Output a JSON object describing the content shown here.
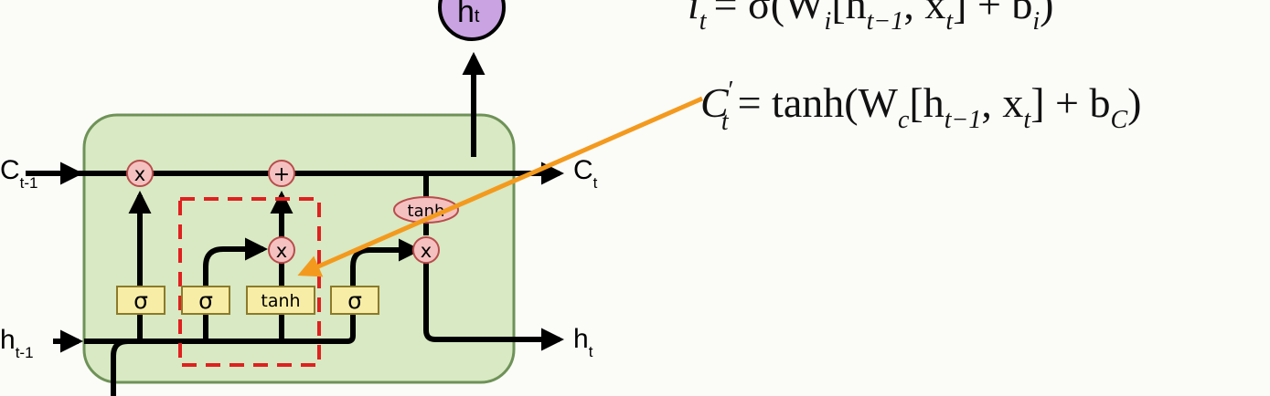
{
  "inputs": {
    "cell_prev": {
      "base": "C",
      "sub": "t-1"
    },
    "hidden_prev": {
      "base": "h",
      "sub": "t-1"
    }
  },
  "outputs": {
    "cell_out": {
      "base": "C",
      "sub": "t"
    },
    "hidden_out": {
      "base": "h",
      "sub": "t"
    },
    "top_node": {
      "base": "h",
      "sub": "t"
    }
  },
  "ops": {
    "multiply": "x",
    "add": "+",
    "tanh": "tanh"
  },
  "gates": {
    "forget": "σ",
    "input": "σ",
    "candidate": "tanh",
    "output": "σ"
  },
  "equations": {
    "input_gate": {
      "lhs_base": "i",
      "lhs_sub": "t",
      "rhs_main": "= σ(W",
      "rhs_w_sub": "i",
      "rhs_bracket": "[h",
      "rhs_h_sub": "t−1",
      "rhs_x": ", x",
      "rhs_x_sub": "t",
      "rhs_plus": "] + b",
      "rhs_b_sub": "i",
      "rhs_close": ")"
    },
    "candidate": {
      "lhs_base": "C",
      "lhs_prime": "′",
      "lhs_sub": "t",
      "rhs_main": "= tanh(W",
      "rhs_w_sub": "c",
      "rhs_bracket": "[h",
      "rhs_h_sub": "t−1",
      "rhs_x": ", x",
      "rhs_x_sub": "t",
      "rhs_plus": "] + b",
      "rhs_b_sub": "C",
      "rhs_close": ")"
    }
  },
  "colors": {
    "cell_fill": "#d8e9c3",
    "cell_stroke": "#6e9257",
    "op_fill": "#f4c1c0",
    "gate_fill": "#f7eda6",
    "top_node_fill": "#c9a3e2",
    "highlight_box": "#e02020",
    "pointer_arrow": "#f39a1e"
  }
}
